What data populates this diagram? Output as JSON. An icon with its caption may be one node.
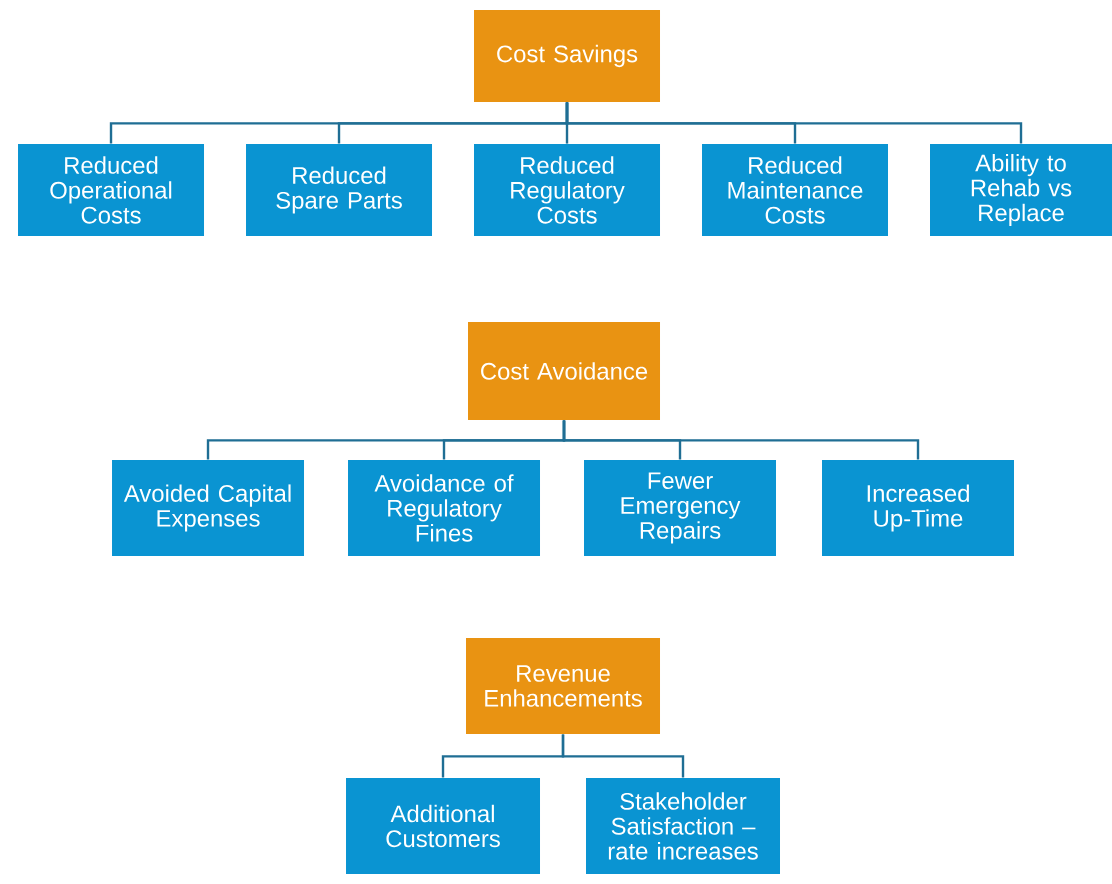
{
  "diagram": {
    "nodes": [
      {
        "text": [
          "Cost Savings"
        ]
      },
      {
        "text": [
          "Reduced Operational Costs"
        ]
      },
      {
        "text": [
          "Reduced Spare Parts"
        ]
      },
      {
        "text": [
          "Reduced Regulatory Costs"
        ]
      },
      {
        "text": [
          "Reduced Maintenance Costs"
        ]
      },
      {
        "text": [
          "Ability to Rehab vs Replace"
        ]
      },
      {
        "text": [
          "Cost Avoidance"
        ]
      },
      {
        "text": [
          "Avoided Capital Expenses"
        ]
      },
      {
        "text": [
          "Avoidance of Regulatory Fines"
        ]
      },
      {
        "text": [
          "Fewer Emergency Repairs"
        ]
      },
      {
        "text": [
          "Increased Up-Time"
        ]
      },
      {
        "text": [
          "Revenue Enhancements"
        ]
      },
      {
        "text": [
          "Additional Customers"
        ]
      },
      {
        "text": [
          "Stakeholder Satisfaction – rate increases"
        ]
      }
    ],
    "edges": [
      {
        "from": 0,
        "to": 1,
        "arrow": "none"
      },
      {
        "from": 0,
        "to": 2,
        "arrow": "none"
      },
      {
        "from": 0,
        "to": 3,
        "arrow": "none"
      },
      {
        "from": 0,
        "to": 4,
        "arrow": "none"
      },
      {
        "from": 0,
        "to": 5,
        "arrow": "none"
      },
      {
        "from": 6,
        "to": 7,
        "arrow": "none"
      },
      {
        "from": 6,
        "to": 8,
        "arrow": "none"
      },
      {
        "from": 6,
        "to": 9,
        "arrow": "none"
      },
      {
        "from": 6,
        "to": 10,
        "arrow": "none"
      },
      {
        "from": 11,
        "to": 12,
        "arrow": "none"
      },
      {
        "from": 11,
        "to": 13,
        "arrow": "none"
      }
    ]
  }
}
